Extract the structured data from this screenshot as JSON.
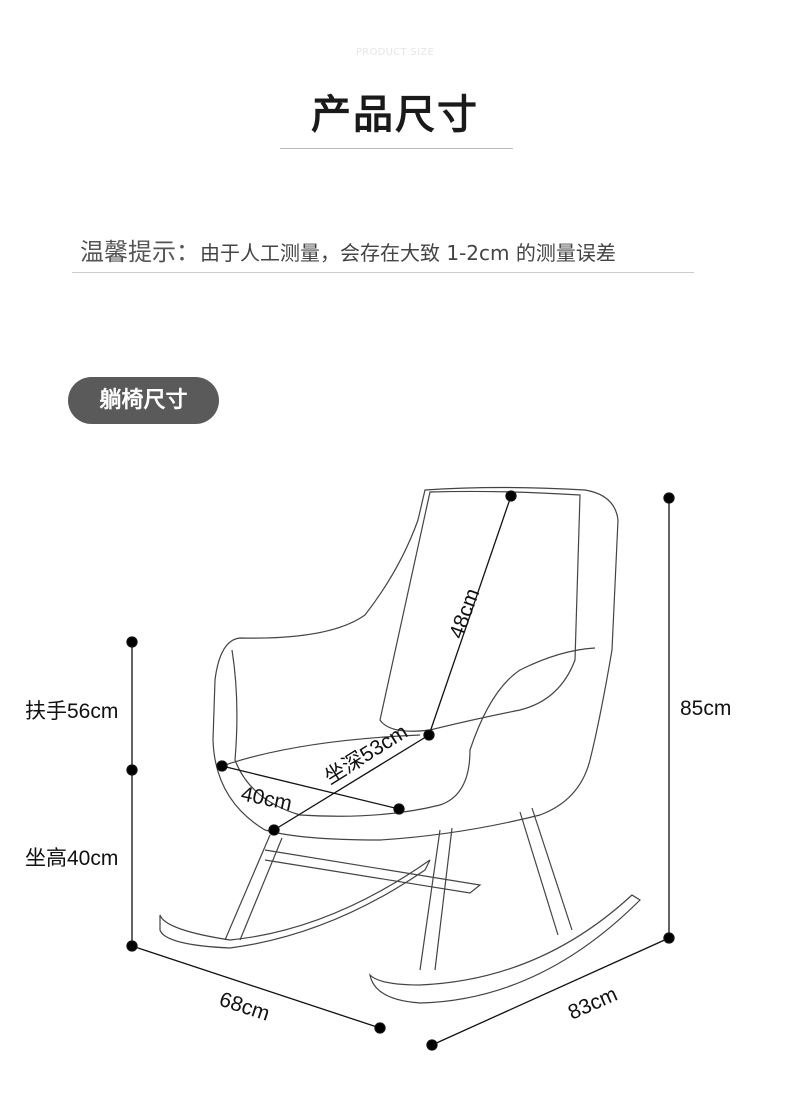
{
  "header": {
    "subtitle": "PRODUCT SIZE",
    "title": "产品尺寸"
  },
  "tip": {
    "label": "温馨提示：",
    "text": "由于人工测量，会存在大致 1-2cm 的测量误差"
  },
  "section_badge": "躺椅尺寸",
  "dimensions": {
    "backrest": "48cm",
    "seat_depth": "坐深53cm",
    "seat_width": "40cm",
    "armrest": "扶手56cm",
    "seat_height": "坐高40cm",
    "total_height": "85cm",
    "width": "68cm",
    "depth": "83cm"
  }
}
